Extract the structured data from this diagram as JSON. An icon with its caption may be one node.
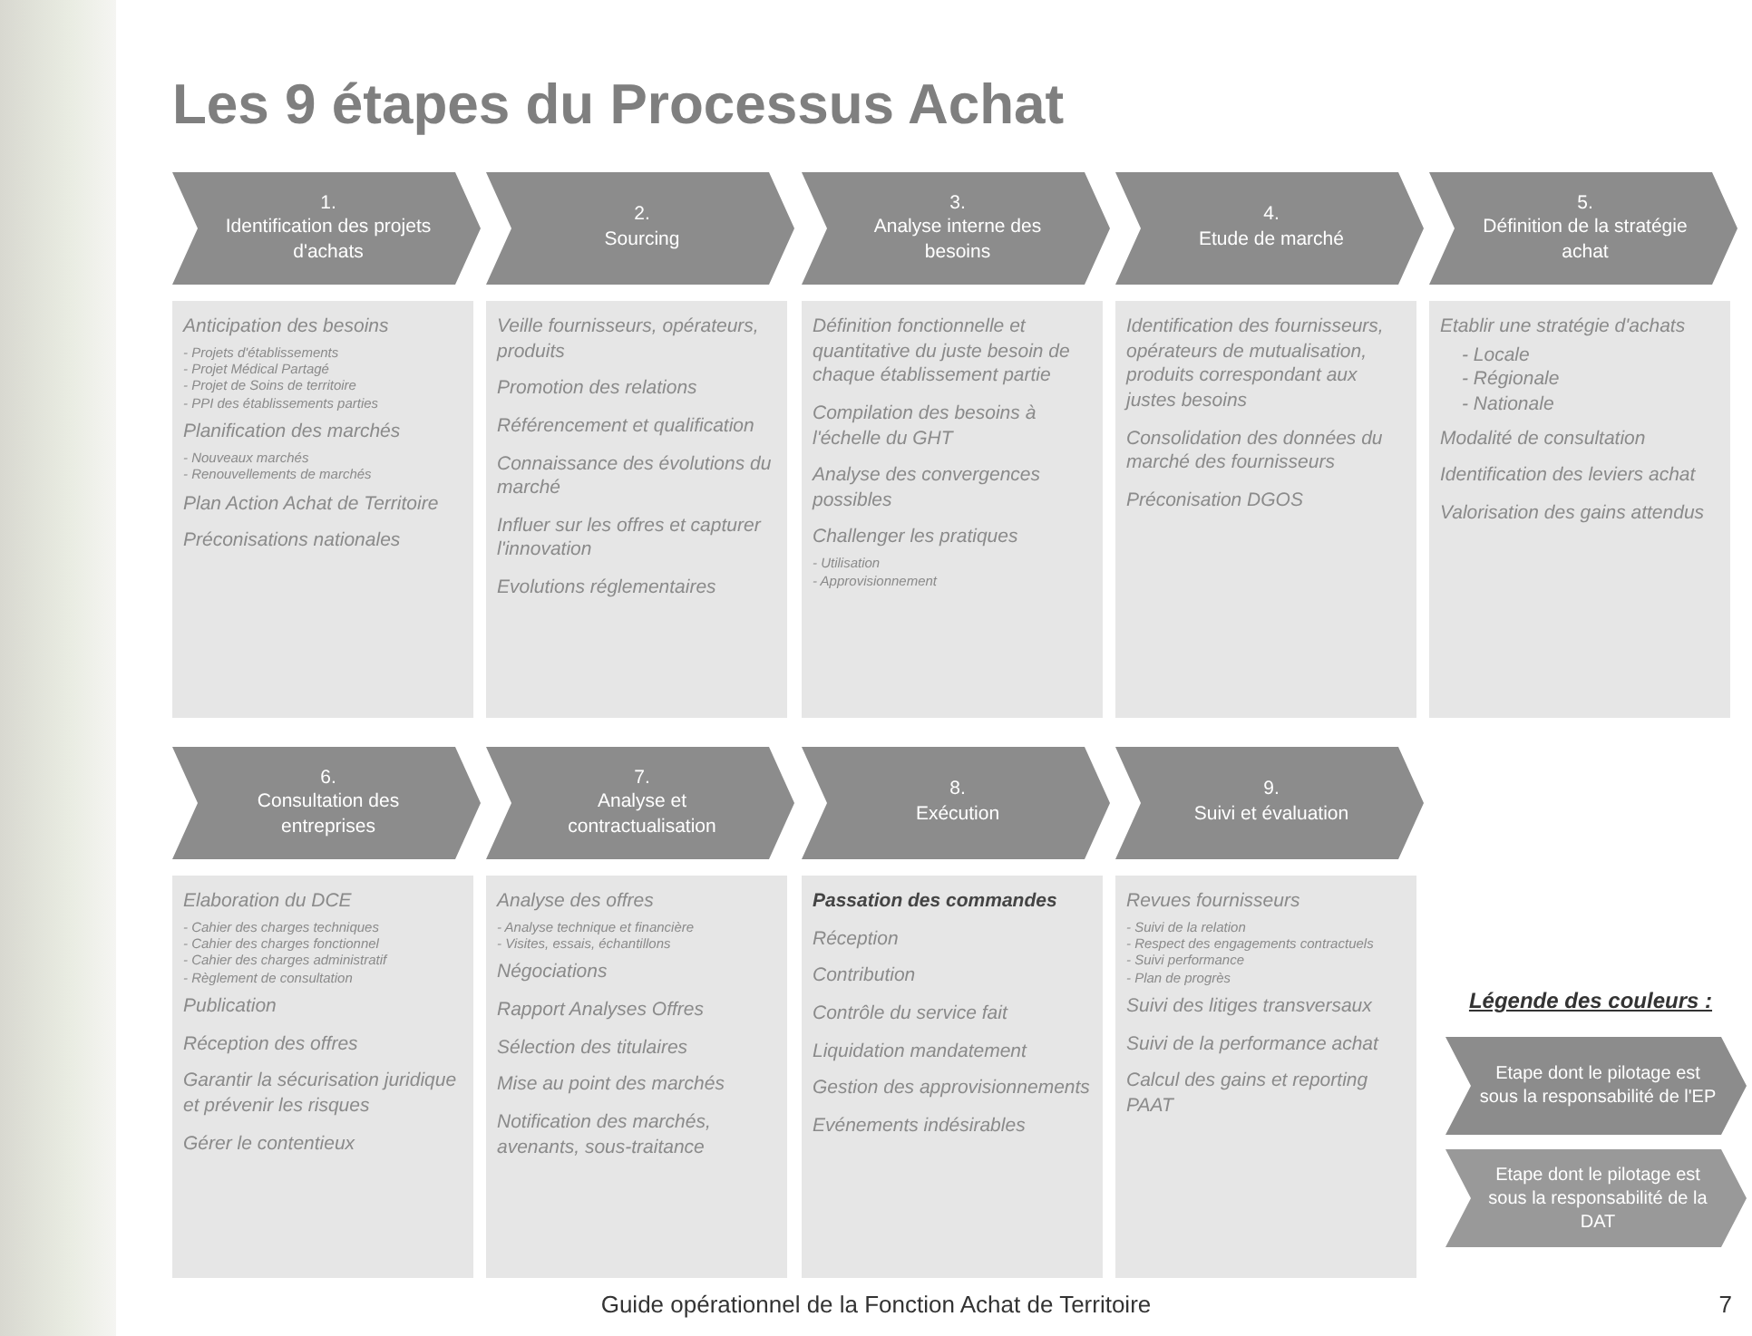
{
  "diagram": {
    "title": "Les 9 étapes du Processus Achat",
    "caption": "Guide opérationnel de la Fonction Achat de Territoire",
    "nodes": [
      {
        "text": [
          "1.",
          "Identification des projets d'achats"
        ]
      },
      {
        "text": [
          "2.",
          "Sourcing"
        ]
      },
      {
        "text": [
          "3.",
          "Analyse interne des besoins"
        ]
      },
      {
        "text": [
          "4.",
          "Etude de marché"
        ]
      },
      {
        "text": [
          "5.",
          "Définition de la stratégie achat"
        ]
      },
      {
        "text": [
          "Anticipation des besoins",
          "- Projets d'établissements",
          "- Projet Médical Partagé",
          "- Projet de Soins de territoire",
          "- PPI des établissements parties",
          "Planification des marchés",
          "- Nouveaux marchés",
          "- Renouvellements de marchés",
          "Plan Action Achat de Territoire",
          "Préconisations nationales"
        ]
      },
      {
        "text": [
          "Veille fournisseurs, opérateurs, produits",
          "Promotion des relations",
          "Référencement et qualification",
          "Connaissance des évolutions du marché",
          "Influer sur les offres et capturer l'innovation",
          "Evolutions réglementaires"
        ]
      },
      {
        "text": [
          "Définition fonctionnelle et quantitative du juste besoin de chaque établissement partie",
          "Compilation des besoins à l'échelle du GHT",
          "Analyse des convergences possibles",
          "Challenger les pratiques",
          "- Utilisation",
          "- Approvisionnement"
        ]
      },
      {
        "text": [
          "Identification des fournisseurs, opérateurs de mutualisation, produits correspondant aux justes besoins",
          "Consolidation des données du marché des fournisseurs",
          "Préconisation DGOS"
        ]
      },
      {
        "text": [
          "Etablir une stratégie d'achats",
          "- Locale",
          "- Régionale",
          "- Nationale",
          "Modalité de consultation",
          "Identification des leviers achat",
          "Valorisation des gains attendus"
        ]
      },
      {
        "text": [
          "6.",
          "Consultation des entreprises"
        ]
      },
      {
        "text": [
          "7.",
          "Analyse et contractualisation"
        ]
      },
      {
        "text": [
          "8.",
          "Exécution"
        ]
      },
      {
        "text": [
          "9.",
          "Suivi et évaluation"
        ]
      },
      {
        "text": [
          "Elaboration du DCE",
          "- Cahier des charges techniques",
          "- Cahier des charges fonctionnel",
          "- Cahier des charges administratif",
          "- Règlement de consultation",
          "Publication",
          "Réception des offres",
          "Garantir la sécurisation juridique et prévenir les risques",
          "Gérer le contentieux"
        ]
      },
      {
        "text": [
          "Analyse des offres",
          "- Analyse technique et financière",
          "- Visites, essais, échantillons",
          "Négociations",
          "Rapport Analyses Offres",
          "Sélection des titulaires",
          "Mise au point des marchés",
          "Notification des marchés, avenants, sous-traitance"
        ]
      },
      {
        "text": [
          "Passation des commandes",
          "Réception",
          "Contribution",
          "Contrôle du service fait",
          "Liquidation mandatement",
          "Gestion des approvisionnements",
          "Evénements indésirables"
        ]
      },
      {
        "text": [
          "Revues fournisseurs",
          "- Suivi de la relation",
          "- Respect des engagements contractuels",
          "- Suivi performance",
          "- Plan de progrès",
          "Suivi des litiges transversaux",
          "Suivi de la performance achat",
          "Calcul des gains et reporting PAAT"
        ]
      }
    ],
    "labels": [
      "Légende des couleurs :",
      "7"
    ],
    "legend": [
      {
        "text": "Etape dont le pilotage est sous la responsabilité de l'EP",
        "color": "#8c8c8c"
      },
      {
        "text": "Etape dont le pilotage est sous la responsabilité de la DAT",
        "color": "#999999"
      }
    ]
  }
}
